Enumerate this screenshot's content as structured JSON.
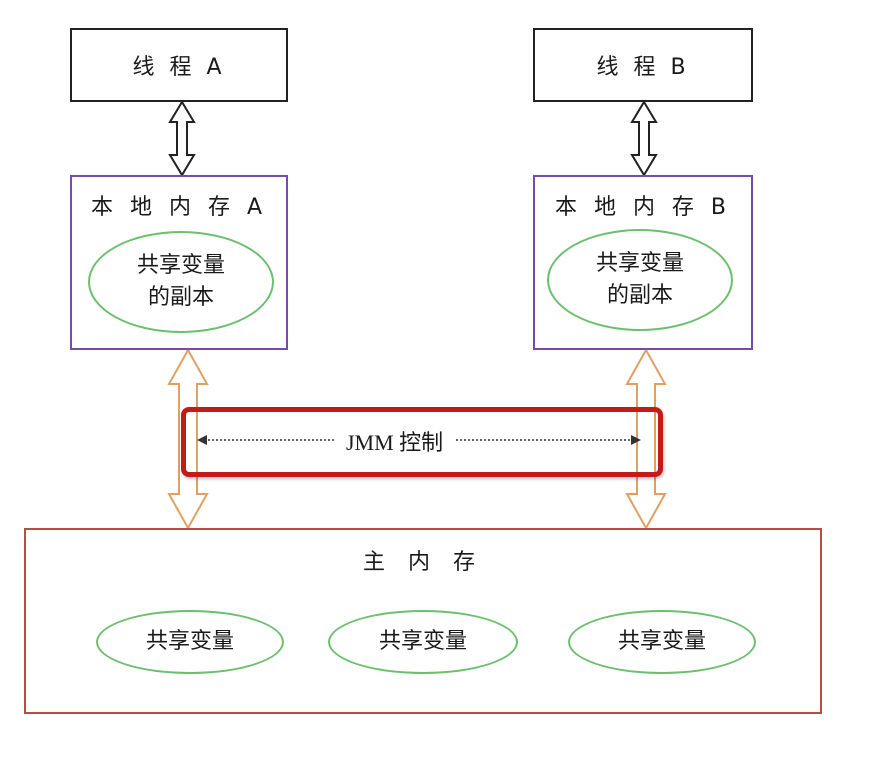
{
  "threads": [
    {
      "label": "线 程 A"
    },
    {
      "label": "线 程 B"
    }
  ],
  "local_memory": [
    {
      "title": "本 地 内 存 A",
      "copy_line1": "共享变量",
      "copy_line2": "的副本"
    },
    {
      "title": "本 地 内 存 B",
      "copy_line1": "共享变量",
      "copy_line2": "的副本"
    }
  ],
  "jmm": {
    "label": "JMM 控制"
  },
  "main_memory": {
    "title": "主 内 存",
    "variables": [
      "共享变量",
      "共享变量",
      "共享变量"
    ]
  },
  "colors": {
    "thread_border": "#222222",
    "local_border": "#7b4aa8",
    "ellipse_border": "#6cbf6e",
    "main_border": "#b94a44",
    "orange_arrow": "#e0a064",
    "jmm_frame": "#c41a1a"
  }
}
